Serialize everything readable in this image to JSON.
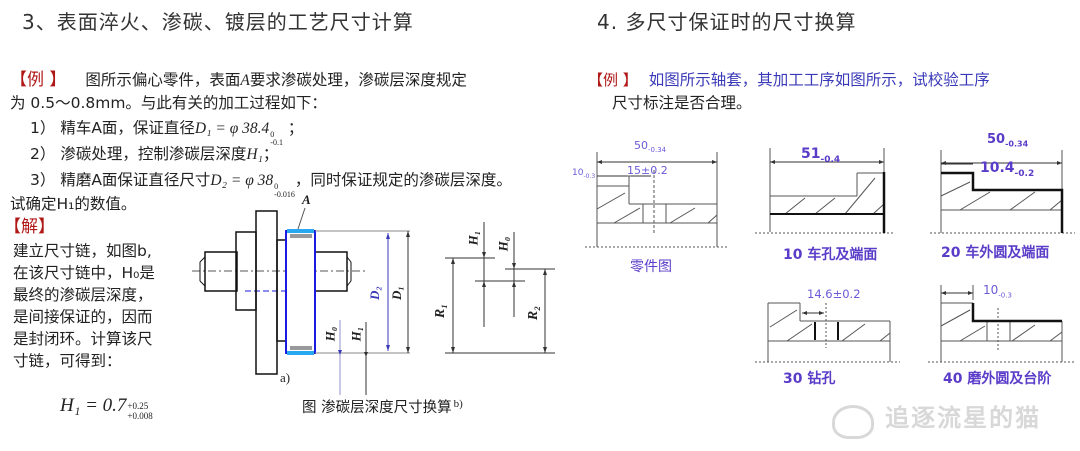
{
  "left": {
    "heading": "3、表面淬火、渗碳、镀层的工艺尺寸计算",
    "example_tag": "【例 】",
    "example_line1": "图所示偏心零件，表面",
    "surface_A": "A",
    "example_line1b": "要求渗碳处理，渗碳层深度规定",
    "example_line2": "为 0.5～0.8mm。与此有关的加工过程如下：",
    "steps": [
      {
        "num": "1）",
        "text": "精车A面，保证直径",
        "formula": "D₁ = φ 38.4",
        "tol_upper": "0",
        "tol_lower": "-0.1",
        "end": "；"
      },
      {
        "num": "2）",
        "text": "渗碳处理，控制渗碳层深度",
        "formula": "H₁",
        "end": "；"
      },
      {
        "num": "3）",
        "text": "精磨A面保证直径尺寸",
        "formula": "D₂ = φ 38",
        "tol_upper": "0",
        "tol_lower": "-0.016",
        "end": "，同时保证规定的渗碳层深度。"
      }
    ],
    "question": "试确定H₁的数值。",
    "solution_tag": "【解】",
    "solution_lines": [
      "建立尺寸链，如图b,",
      "在该尺寸链中，H₀是",
      "最终的渗碳层深度，",
      "是间接保证的，因而",
      "是封闭环。计算该尺",
      "寸链，可得到："
    ],
    "result": {
      "lhs": "H₁ = 0.7",
      "upper": "+0.25",
      "lower": "+0.008"
    },
    "figure": {
      "label_A": "A",
      "label_D2": "D₂",
      "label_D1": "D₁",
      "label_H0": "H₀",
      "label_H1": "H₁",
      "label_R1": "R₁",
      "label_R2": "R₂",
      "sub_a": "a)",
      "sub_b": "b)",
      "caption": "图  渗碳层深度尺寸换算"
    }
  },
  "right": {
    "heading": "4. 多尺寸保证时的尺寸换算",
    "example_tag": "【例 】",
    "example_line1": "如图所示轴套，其加工工序如图所示，试校验工序",
    "example_line2": "尺寸标注是否合理。",
    "diagrams": [
      {
        "caption": "零件图",
        "dims": [
          "50₋₀.₃₄",
          "10₋₀.₃",
          "15±0.2"
        ]
      },
      {
        "caption": "10  车孔及端面",
        "dims": [
          "51₋₀.₄"
        ]
      },
      {
        "caption": "20 车外圆及端面",
        "dims": [
          "50₋₀.₃₄",
          "10.4₋₀.₂"
        ]
      },
      {
        "caption": "30 钻孔",
        "dims": [
          "14.6±0.2"
        ]
      },
      {
        "caption": "40 磨外圆及台阶",
        "dims": [
          "10₋₀.₃"
        ]
      }
    ],
    "dim_texts": {
      "part_50": "50",
      "part_50_tol": "-0.34",
      "part_10": "10",
      "part_10_tol": "-0.3",
      "part_15": "15±0.2",
      "op10_51": "51",
      "op10_51_tol": "-0.4",
      "op20_50": "50",
      "op20_50_tol": "-0.34",
      "op20_104": "10.4",
      "op20_104_tol": "-0.2",
      "op30_146": "14.6±0.2",
      "op40_10": "10",
      "op40_10_tol": "-0.3"
    }
  },
  "watermark": "追逐流星的猫",
  "colors": {
    "red": "#b01818",
    "blue": "#3a3ab8",
    "purple": "#5a3cc8",
    "figure_blue": "#1a1ae0",
    "cyan": "#29a8f0"
  }
}
